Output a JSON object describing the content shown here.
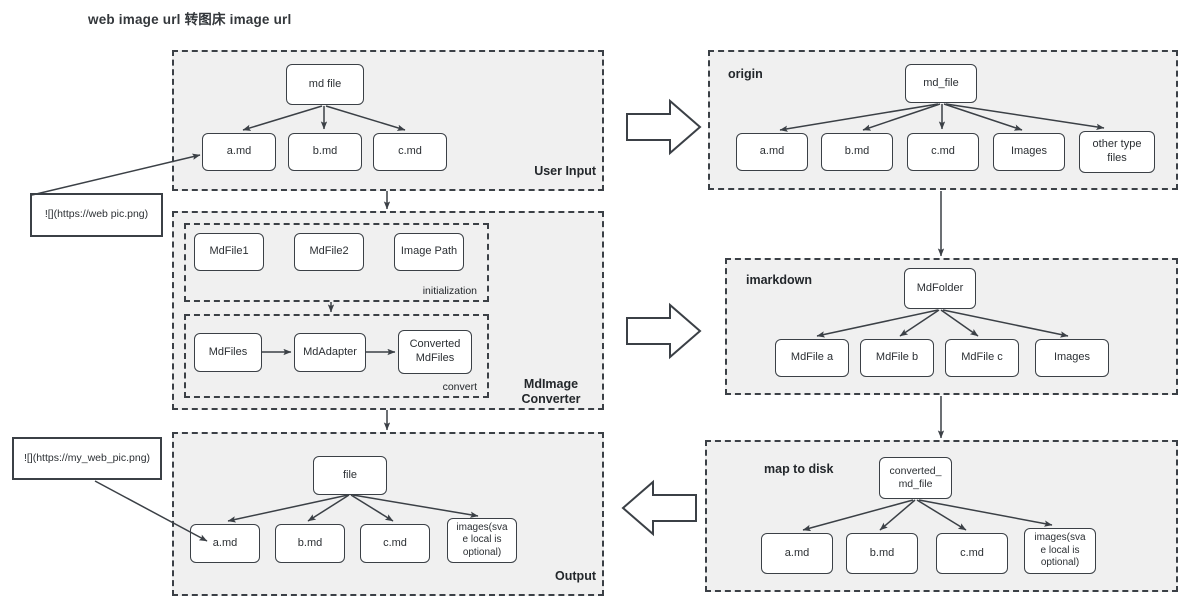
{
  "title": "web image url 转图床 image url",
  "colors": {
    "panel_fill": "#f0f0f0",
    "panel_border": "#3b4046",
    "node_fill": "#ffffff",
    "node_border": "#3b4046",
    "text": "#2b2f33",
    "page_bg": "#ffffff"
  },
  "callouts": {
    "web_pic": "![](https://web pic.png)",
    "my_web_pic": "![](https://my_web_pic.png)"
  },
  "left_column": {
    "user_input": {
      "label": "User Input",
      "root": "md file",
      "children": [
        "a.md",
        "b.md",
        "c.md"
      ]
    },
    "converter": {
      "label": "MdImage\nConverter",
      "initialization": {
        "label": "initialization",
        "nodes": [
          "MdFile1",
          "MdFile2",
          "Image Path"
        ]
      },
      "convert": {
        "label": "convert",
        "nodes": [
          "MdFiles",
          "MdAdapter",
          "Converted\nMdFiles"
        ]
      }
    },
    "output": {
      "label": "Output",
      "root": "file",
      "children": [
        "a.md",
        "b.md",
        "c.md",
        "images(sva\ne local is\noptional)"
      ]
    }
  },
  "right_column": {
    "origin": {
      "label": "origin",
      "root": "md_file",
      "children": [
        "a.md",
        "b.md",
        "c.md",
        "Images",
        "other type\nfiles"
      ]
    },
    "imarkdown": {
      "label": "imarkdown",
      "root": "MdFolder",
      "children": [
        "MdFile a",
        "MdFile b",
        "MdFile c",
        "Images"
      ]
    },
    "map_to_disk": {
      "label": "map to disk",
      "root": "converted_\nmd_file",
      "children": [
        "a.md",
        "b.md",
        "c.md",
        "images(sva\ne local is\noptional)"
      ]
    }
  },
  "flow_arrows": {
    "top": "arrow-right-icon",
    "middle": "arrow-right-icon",
    "bottom": "arrow-left-icon"
  }
}
